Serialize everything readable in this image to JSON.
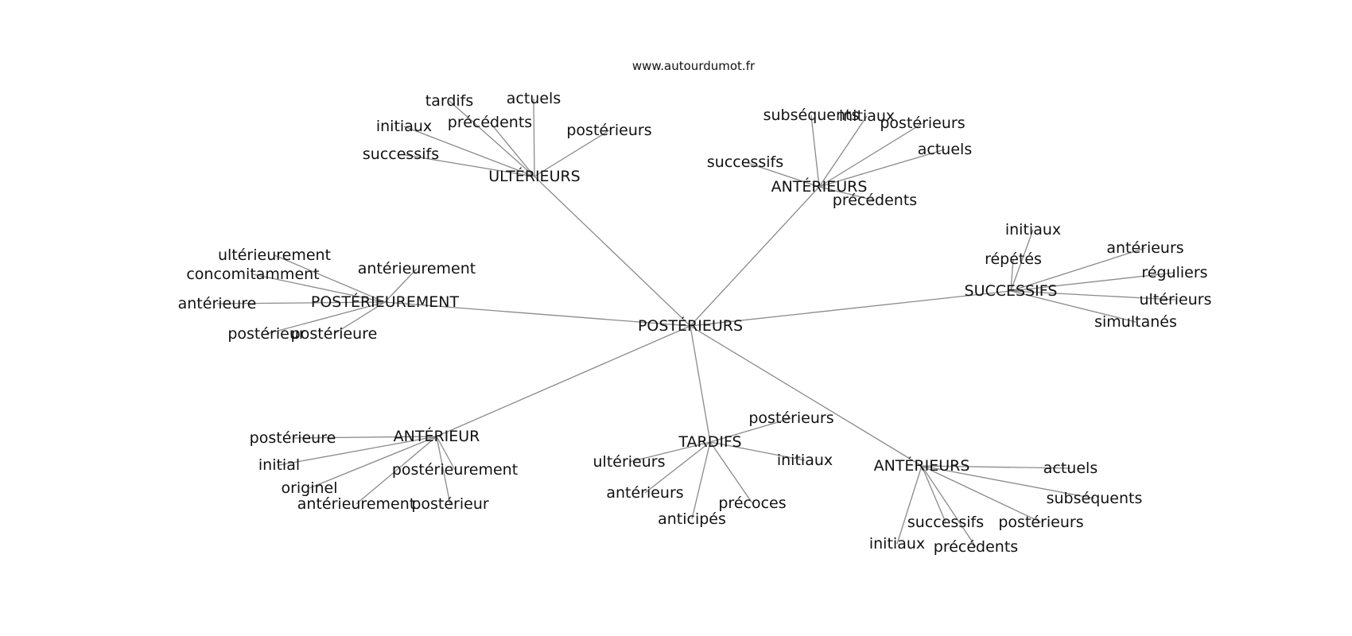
{
  "site": "www.autourdumot.fr",
  "colors": {
    "edge": "#8a8a8a",
    "text": "#111111",
    "background": "#ffffff"
  },
  "graph": {
    "root": "POSTÉRIEURS",
    "clusters": [
      {
        "id": "ulterieurs",
        "label": "ULTÉRIEURS",
        "leaves": [
          "tardifs",
          "actuels",
          "initiaux",
          "précédents",
          "postérieurs",
          "successifs"
        ]
      },
      {
        "id": "anterieurs-top",
        "label": "ANTÉRIEURS",
        "leaves": [
          "subséquents",
          "initiaux",
          "postérieurs",
          "actuels",
          "successifs",
          "précédents"
        ]
      },
      {
        "id": "posterieurement",
        "label": "POSTÉRIEUREMENT",
        "leaves": [
          "ultérieurement",
          "concomitamment",
          "antérieurement",
          "antérieure",
          "postérieur",
          "postérieure"
        ]
      },
      {
        "id": "successifs",
        "label": "SUCCESSIFS",
        "leaves": [
          "initiaux",
          "antérieurs",
          "répétés",
          "réguliers",
          "ultérieurs",
          "simultanés"
        ]
      },
      {
        "id": "anterieur",
        "label": "ANTÉRIEUR",
        "leaves": [
          "postérieure",
          "initial",
          "postérieurement",
          "originel",
          "antérieurement",
          "postérieur"
        ]
      },
      {
        "id": "tardifs",
        "label": "TARDIFS",
        "leaves": [
          "postérieurs",
          "ultérieurs",
          "initiaux",
          "antérieurs",
          "précoces",
          "anticipés"
        ]
      },
      {
        "id": "anterieurs-bottom",
        "label": "ANTÉRIEURS",
        "leaves": [
          "actuels",
          "subséquents",
          "successifs",
          "postérieurs",
          "initiaux",
          "précédents"
        ]
      }
    ]
  }
}
